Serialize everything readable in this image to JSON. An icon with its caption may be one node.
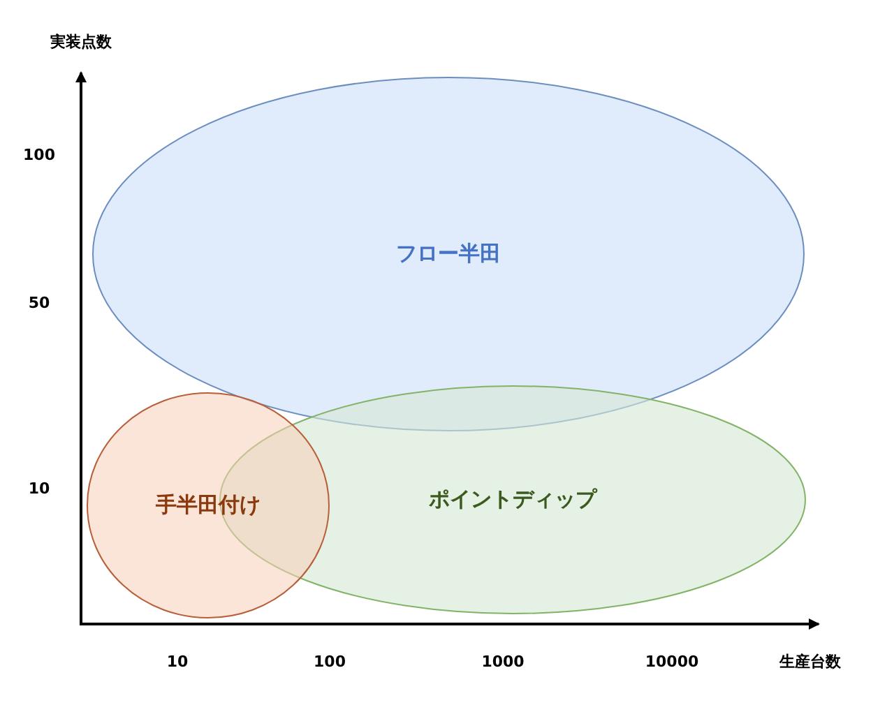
{
  "diagram": {
    "nodes": [
      {
        "text": [
          "フロー半田"
        ]
      },
      {
        "text": [
          "ポイントディップ"
        ]
      },
      {
        "text": [
          "手半田付け"
        ]
      }
    ],
    "labels": [
      "実装点数",
      "100",
      "50",
      "10",
      "10",
      "100",
      "1000",
      "10000",
      "生産台数"
    ]
  }
}
